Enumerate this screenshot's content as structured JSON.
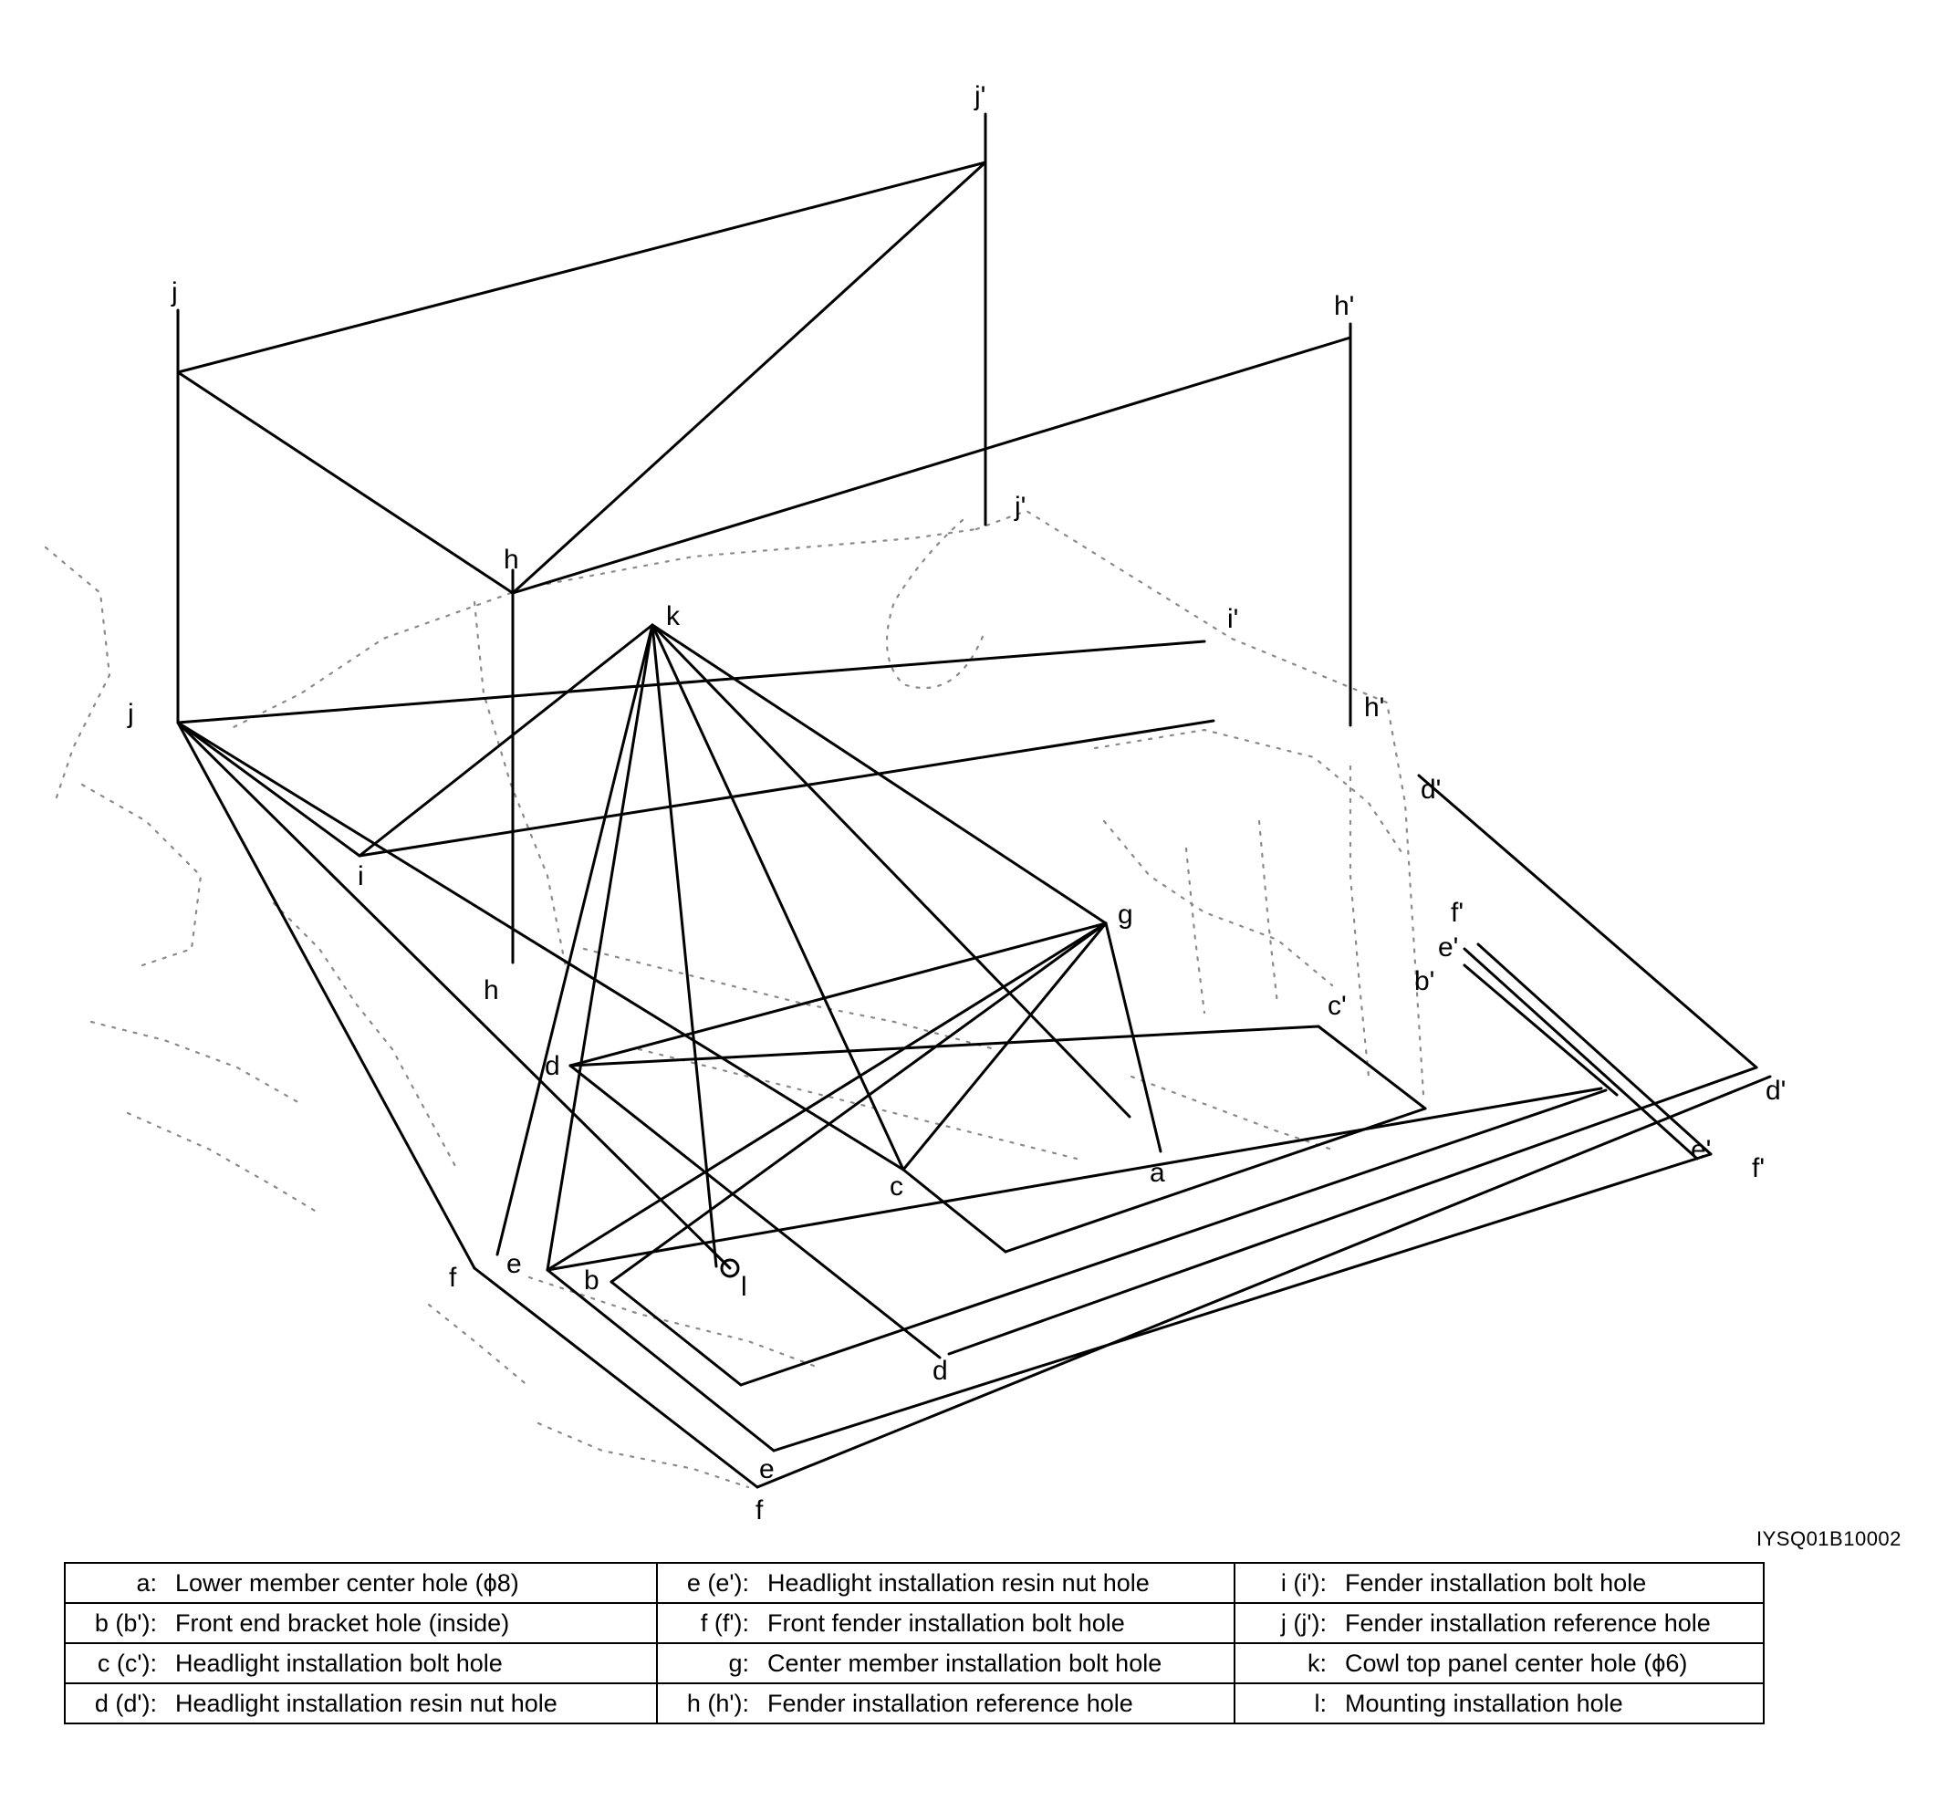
{
  "figure_code": "IYSQ01B10002",
  "point_labels": {
    "j_top": "j",
    "j_prime_top": "j'",
    "h_prime_top": "h'",
    "h_upper": "h",
    "j_prime_mid": "j'",
    "k": "k",
    "i_prime": "i'",
    "h_prime_mid": "h'",
    "j_lower": "j",
    "d_prime_upper": "d'",
    "i": "i",
    "g": "g",
    "f_prime_upper": "f'",
    "e_prime_upper": "e'",
    "b_prime": "b'",
    "h_lower": "h",
    "c_prime": "c'",
    "d_upper": "d",
    "d_prime_right": "d'",
    "e_prime_right": "e'",
    "f_prime_right": "f'",
    "a": "a",
    "c": "c",
    "f_left": "f",
    "e_left": "e",
    "b": "b",
    "l": "l",
    "d_lower": "d",
    "e_lower": "e",
    "f_lower": "f"
  },
  "legend": [
    [
      {
        "key": "a:",
        "desc": "Lower member center hole (ϕ8)"
      },
      {
        "key": "e (e'):",
        "desc": "Headlight installation resin nut hole"
      },
      {
        "key": "i (i'):",
        "desc": "Fender installation bolt hole"
      }
    ],
    [
      {
        "key": "b (b'):",
        "desc": "Front end bracket hole (inside)"
      },
      {
        "key": "f (f'):",
        "desc": "Front fender installation bolt hole"
      },
      {
        "key": "j (j'):",
        "desc": "Fender installation reference hole"
      }
    ],
    [
      {
        "key": "c (c'):",
        "desc": "Headlight installation bolt hole"
      },
      {
        "key": "g:",
        "desc": "Center member installation bolt hole"
      },
      {
        "key": "k:",
        "desc": "Cowl top panel center hole (ϕ6)"
      }
    ],
    [
      {
        "key": "d (d'):",
        "desc": "Headlight installation resin nut hole"
      },
      {
        "key": "h (h'):",
        "desc": "Fender installation reference hole"
      },
      {
        "key": "l:",
        "desc": "Mounting installation hole"
      }
    ]
  ]
}
